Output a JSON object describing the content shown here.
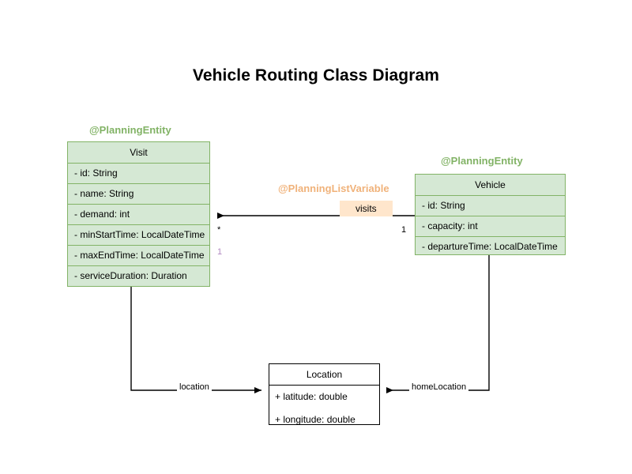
{
  "diagram": {
    "title": "Vehicle Routing Class Diagram",
    "background": "#ffffff",
    "entity_fill": "#d5e8d4",
    "entity_border": "#82b366",
    "entity_annotation_color": "#82b366",
    "listvar_annotation_color": "#f0b27a",
    "listvar_chip_fill": "#ffe6cc",
    "plain_border": "#000000",
    "muted_multiplicity_color": "#b088c0"
  },
  "classes": {
    "visit": {
      "annotation": "@PlanningEntity",
      "name": "Visit",
      "attributes": [
        "- id: String",
        "- name: String",
        "- demand: int",
        "- minStartTime: LocalDateTime",
        "- maxEndTime: LocalDateTime",
        "- serviceDuration: Duration"
      ]
    },
    "vehicle": {
      "annotation": "@PlanningEntity",
      "name": "Vehicle",
      "attributes": [
        "- id: String",
        "- capacity: int",
        "- departureTime: LocalDateTime"
      ]
    },
    "location": {
      "name": "Location",
      "attributes": [
        "+ latitude: double",
        "+ longitude: double"
      ]
    }
  },
  "relationships": {
    "visits": {
      "annotation": "@PlanningListVariable",
      "label": "visits",
      "source_multiplicity": "1",
      "target_multiplicity": "*",
      "target_multiplicity_secondary": "1"
    },
    "location": {
      "label": "location"
    },
    "home_location": {
      "label": "homeLocation"
    }
  }
}
